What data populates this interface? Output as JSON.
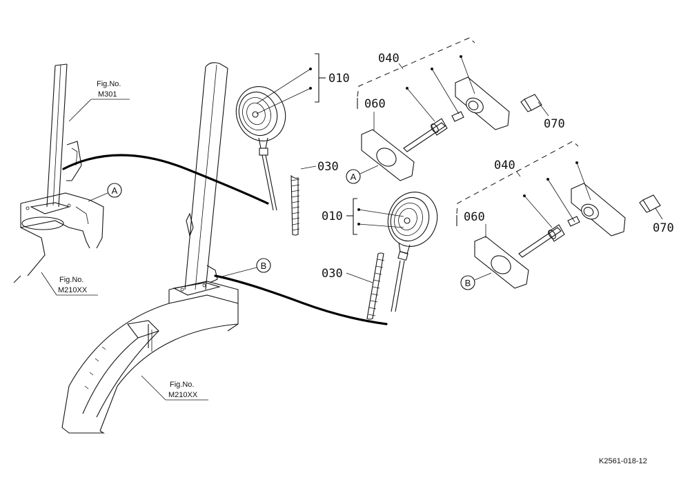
{
  "parts": {
    "p010": "010",
    "p030": "030",
    "p040": "040",
    "p060": "060",
    "p070": "070"
  },
  "callouts": {
    "a": "A",
    "b": "B"
  },
  "fig_refs": {
    "label": "Fig.No.",
    "m301": "M301",
    "m210xx": "M210XX"
  },
  "drawing_code": "K2561-018-12",
  "colors": {
    "ink": "#111111",
    "paper": "#ffffff"
  }
}
